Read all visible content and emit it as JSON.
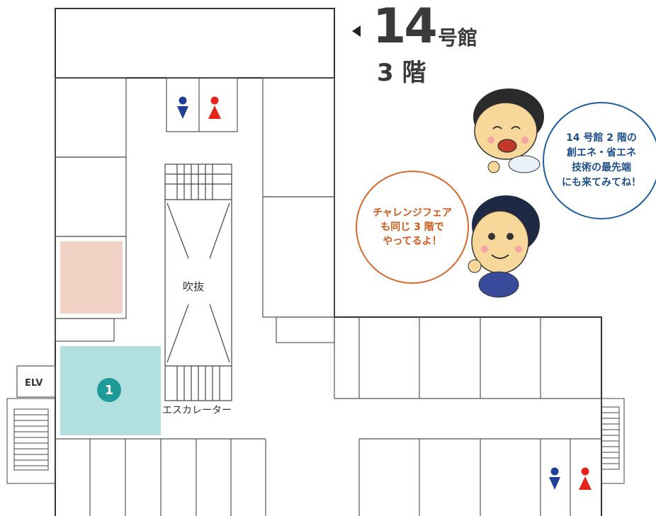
{
  "header": {
    "building_number": "14",
    "building_suffix": "号館",
    "floor": "3 階"
  },
  "rooms": {
    "void_label": "吹抜",
    "escalator_label": "エスカレーター",
    "elevator_label": "ELV"
  },
  "markers": [
    {
      "number": "1"
    }
  ],
  "bubbles": {
    "blue_text": "14 号館 2 階の\n創エネ・省エネ\n技術の最先端\nにも来てみてね！",
    "orange_text": "チャレンジフェア\nも同じ 3 階で\nやってるよ！"
  },
  "colors": {
    "highlight_teal": "#b2dfdf",
    "highlight_pink": "#f2d2c5",
    "badge_teal": "#1e9a98",
    "men_icon": "#1f3f96",
    "women_icon": "#e5231b",
    "bubble_blue": "#1f5e9e",
    "bubble_orange": "#d9692a"
  },
  "icons": [
    "arrow-left-icon",
    "men-restroom-icon",
    "women-restroom-icon",
    "boy-mascot-icon"
  ]
}
